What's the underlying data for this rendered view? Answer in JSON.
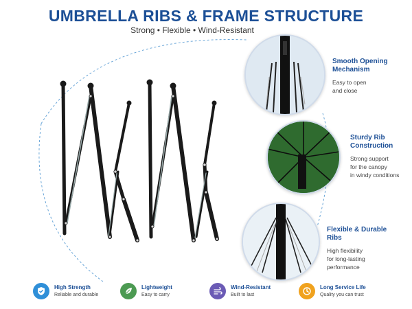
{
  "header": {
    "title": "UMBRELLA RIBS & FRAME STRUCTURE",
    "subtitle": "Strong • Flexible • Wind-Resistant"
  },
  "features": [
    {
      "title_lines": [
        "Smooth Opening",
        "Mechanism"
      ],
      "desc_lines": [
        "Easy to open",
        "and close"
      ]
    },
    {
      "title_lines": [
        "Sturdy Rib",
        "Construction"
      ],
      "desc_lines": [
        "Strong support",
        "for the canopy",
        "in windy conditions"
      ]
    },
    {
      "title_lines": [
        "Flexible & Durable",
        "Ribs"
      ],
      "desc_lines": [
        "High flexibility",
        "for long-lasting",
        "performance"
      ]
    }
  ],
  "badges": [
    {
      "title": "High Strength",
      "desc": "Reliable and durable",
      "icon": "shield-check-icon",
      "color": "#2f8fd8"
    },
    {
      "title": "Lightweight",
      "desc": "Easy to carry",
      "icon": "leaf-icon",
      "color": "#4c9a52"
    },
    {
      "title": "Wind-Resistant",
      "desc": "Built to last",
      "icon": "wind-icon",
      "color": "#6b5bb5"
    },
    {
      "title": "Long Service Life",
      "desc": "Quality you can trust",
      "icon": "clock-icon",
      "color": "#f0a21e"
    }
  ],
  "colors": {
    "brand": "#1c4f96",
    "frame": "#1a1a1a",
    "canopy": "#2f6b2f"
  }
}
